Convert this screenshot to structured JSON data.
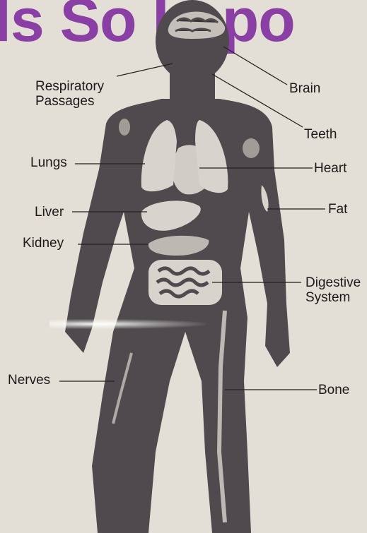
{
  "headline": "ls So    Impo",
  "labels": {
    "respiratory": [
      "Respiratory",
      "Passages"
    ],
    "brain": "Brain",
    "teeth": "Teeth",
    "lungs": "Lungs",
    "heart": "Heart",
    "liver": "Liver",
    "fat": "Fat",
    "kidney": "Kidney",
    "digestive": [
      "Digestive",
      "System"
    ],
    "nerves": "Nerves",
    "bone": "Bone"
  },
  "colors": {
    "headline": "#8a3fa4",
    "body": "#4f4a4d",
    "organs": "#d8d3cc",
    "background": "#e4dfd6"
  }
}
